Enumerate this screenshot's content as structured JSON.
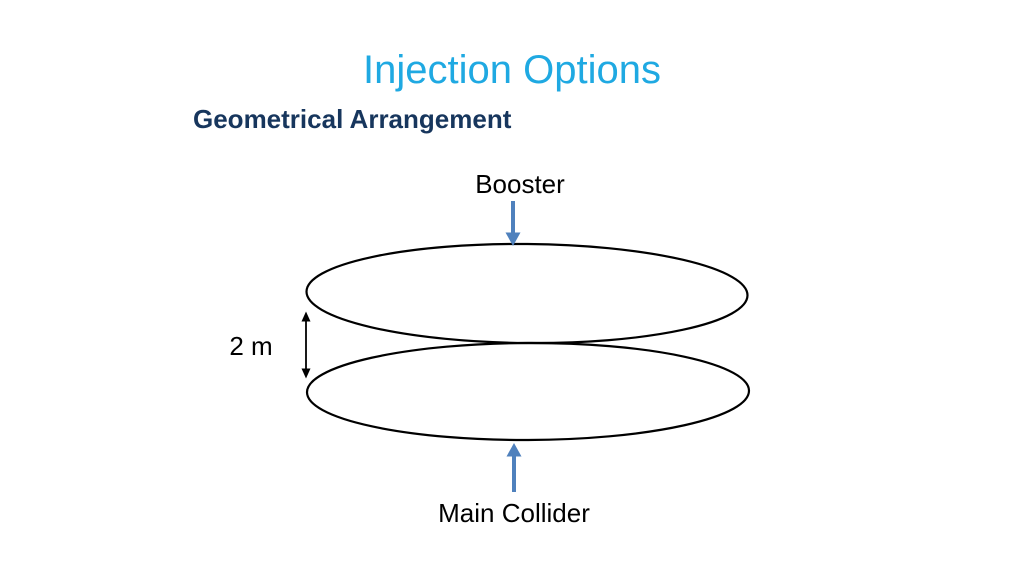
{
  "slide": {
    "title": "Injection Options",
    "subtitle": "Geometrical Arrangement"
  },
  "diagram": {
    "top_ring_label": "Booster",
    "bottom_ring_label": "Main Collider",
    "gap_distance_label": "2 m"
  },
  "colors": {
    "background": "#FFFFFF",
    "title_text": "#1FA9E2",
    "subtitle_text": "#17365D",
    "label_text": "#000000",
    "arrow_blue": "#4F81BD",
    "diagram_stroke": "#000000"
  }
}
